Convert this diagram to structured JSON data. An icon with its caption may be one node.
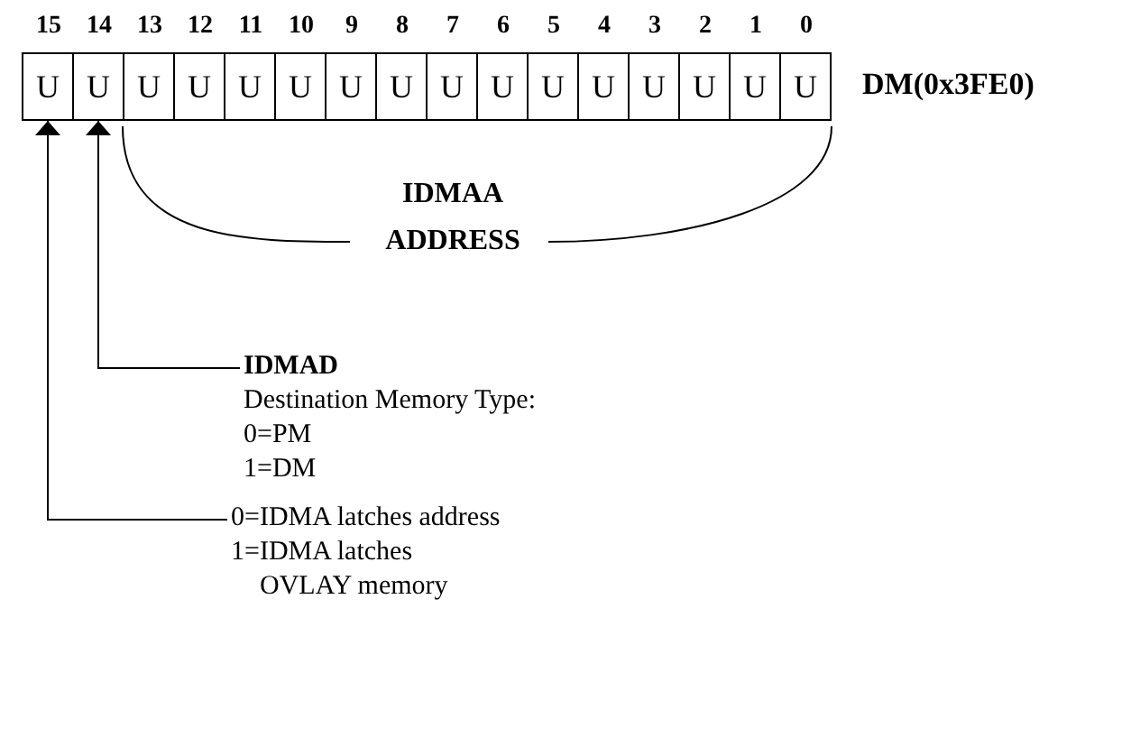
{
  "diagram": {
    "nodes": [
      {
        "text": [
          "U"
        ],
        "beside": [
          "15"
        ]
      },
      {
        "text": [
          "U"
        ],
        "beside": [
          "14"
        ]
      },
      {
        "text": [
          "U"
        ],
        "beside": [
          "13"
        ]
      },
      {
        "text": [
          "U"
        ],
        "beside": [
          "12"
        ]
      },
      {
        "text": [
          "U"
        ],
        "beside": [
          "11"
        ]
      },
      {
        "text": [
          "U"
        ],
        "beside": [
          "10"
        ]
      },
      {
        "text": [
          "U"
        ],
        "beside": [
          "9"
        ]
      },
      {
        "text": [
          "U"
        ],
        "beside": [
          "8"
        ]
      },
      {
        "text": [
          "U"
        ],
        "beside": [
          "7"
        ]
      },
      {
        "text": [
          "U"
        ],
        "beside": [
          "6"
        ]
      },
      {
        "text": [
          "U"
        ],
        "beside": [
          "5"
        ]
      },
      {
        "text": [
          "U"
        ],
        "beside": [
          "4"
        ]
      },
      {
        "text": [
          "U"
        ],
        "beside": [
          "3"
        ]
      },
      {
        "text": [
          "U"
        ],
        "beside": [
          "2"
        ]
      },
      {
        "text": [
          "U"
        ],
        "beside": [
          "1"
        ]
      },
      {
        "text": [
          "U"
        ],
        "beside": [
          "0"
        ]
      },
      {
        "text": [
          "IDMAA ADDRESS"
        ]
      },
      {
        "text": [
          "IDMAD",
          "Destination Memory Type:",
          "0=PM",
          "1=DM"
        ]
      },
      {
        "text": [
          "0=IDMA latches address",
          "1=IDMA latches OVLAY memory"
        ]
      }
    ],
    "edges": [
      {
        "from": 17,
        "to": 1,
        "arrow": "to"
      },
      {
        "from": 18,
        "to": 0,
        "arrow": "to"
      }
    ],
    "labels": [
      "DM(0x3FE0)"
    ]
  }
}
